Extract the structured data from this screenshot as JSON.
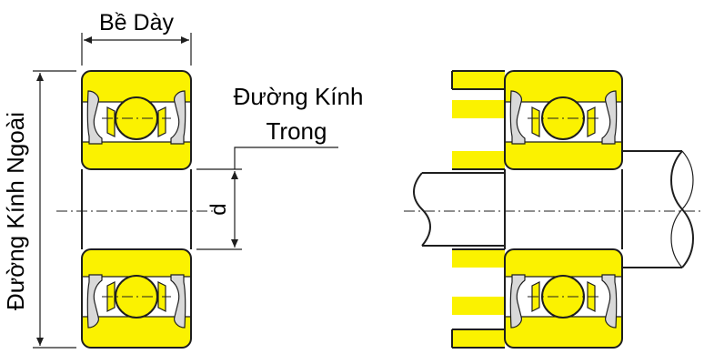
{
  "labels": {
    "width": "Bề Dày",
    "inner_line1": "Đường Kính",
    "inner_line2": "Trong",
    "outer": "Đường Kính Ngoài",
    "d": "d"
  },
  "colors": {
    "yellow": "#fbf200",
    "line": "#1e1e1e",
    "grey": "#d9d9d9",
    "background": "#ffffff"
  }
}
